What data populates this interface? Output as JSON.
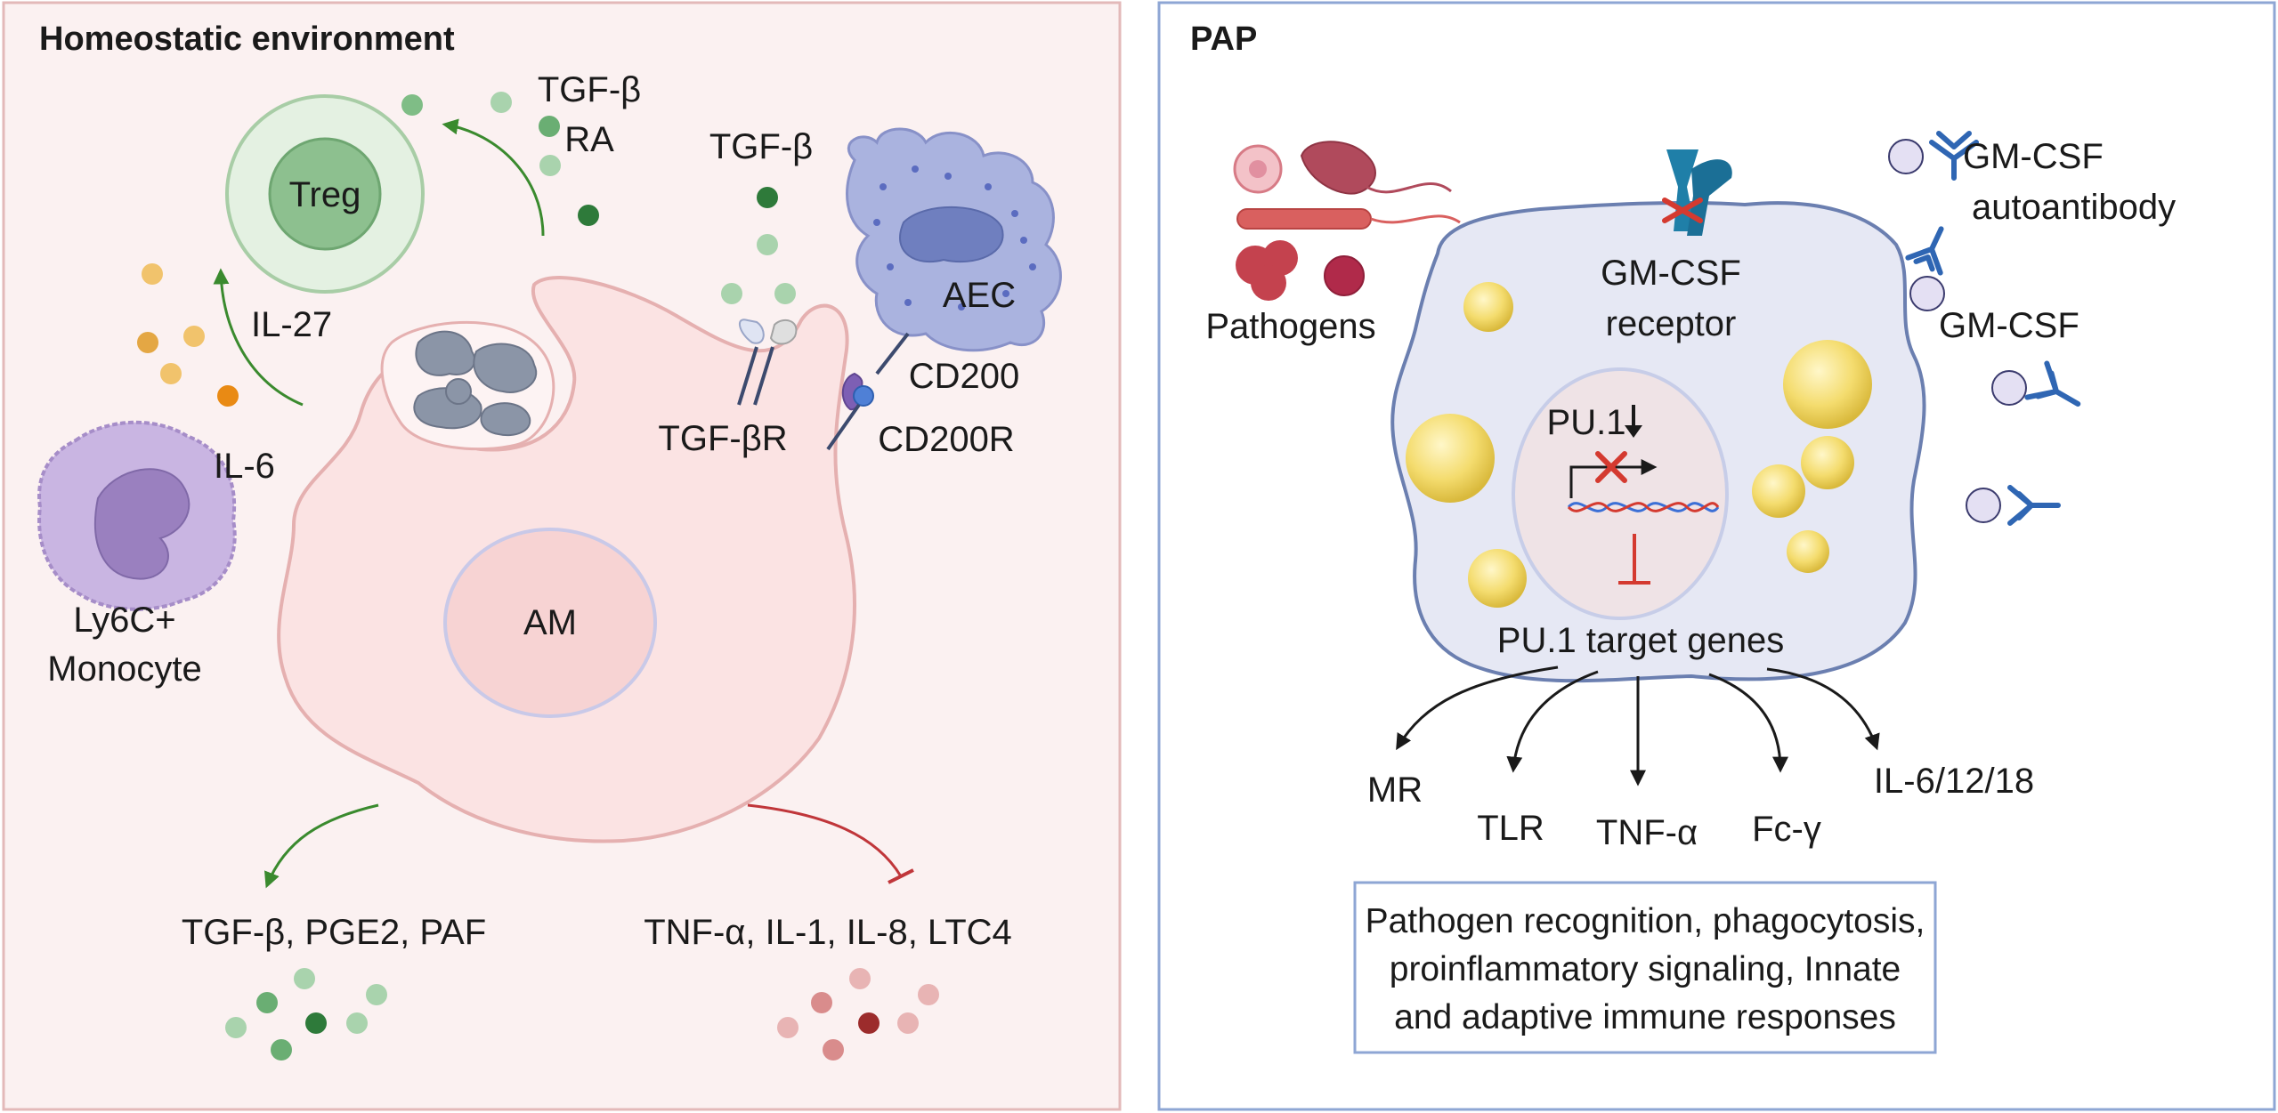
{
  "left_panel": {
    "title": "Homeostatic environment",
    "cells": {
      "treg": "Treg",
      "am": "AM",
      "aec": "AEC",
      "monocyte_line1": "Ly6C+",
      "monocyte_line2": "Monocyte"
    },
    "labels": {
      "tgfb_top": "TGF-β",
      "ra": "RA",
      "tgfb_aec": "TGF-β",
      "il27": "IL-27",
      "il6": "IL-6",
      "tgfbr": "TGF-βR",
      "cd200": "CD200",
      "cd200r": "CD200R",
      "secreted": "TGF-β, PGE2, PAF",
      "inhibited": "TNF-α, IL-1, IL-8, LTC4"
    },
    "colors": {
      "promote_arrow": "#3a8a2e",
      "inhibit_arrow": "#c0363a",
      "am_cell": "#fbe3e3",
      "treg_cell": "#cfe6cf",
      "aec_cell": "#aab3df",
      "monocyte_cell": "#c9b5e2"
    }
  },
  "right_panel": {
    "title": "PAP",
    "labels": {
      "pathogens": "Pathogens",
      "receptor_line1": "GM-CSF",
      "receptor_line2": "receptor",
      "autoantibody_line1": "GM-CSF",
      "autoantibody_line2": "autoantibody",
      "gmcsf": "GM-CSF",
      "pu1": "PU.1",
      "pu1_targets": "PU.1 target genes"
    },
    "outputs": [
      "MR",
      "TLR",
      "TNF-α",
      "Fc-γ",
      "IL-6/12/18"
    ],
    "summary_lines": [
      "Pathogen recognition, phagocytosis,",
      "proinflammatory signaling, Innate",
      "and adaptive immune responses"
    ],
    "colors": {
      "cell": "#e6e8f4",
      "nucleus": "#efe3e6",
      "lipid": "#f4dc6e",
      "antibody": "#2f66b3",
      "receptor": "#1f7fa8",
      "block": "#d43a30"
    }
  }
}
